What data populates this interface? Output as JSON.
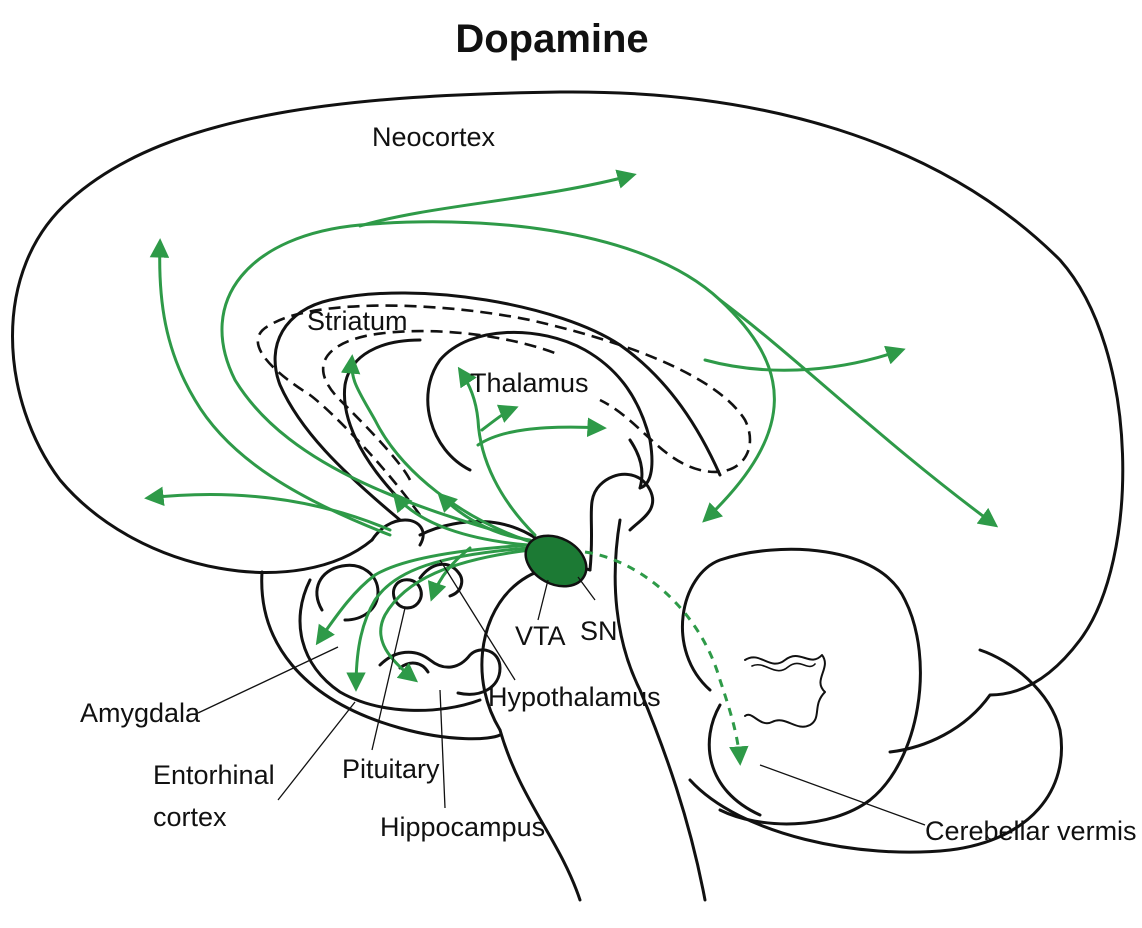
{
  "title": "Dopamine",
  "colors": {
    "pathway": "#2e9a48",
    "nucleus_fill": "#1c7a34",
    "outline": "#111111",
    "background": "#ffffff"
  },
  "labels": {
    "neocortex": "Neocortex",
    "striatum": "Striatum",
    "thalamus": "Thalamus",
    "vta": "VTA",
    "sn": "SN",
    "amygdala": "Amygdala",
    "entorhinal_line1": "Entorhinal",
    "entorhinal_line2": "cortex",
    "pituitary": "Pituitary",
    "hippocampus": "Hippocampus",
    "hypothalamus": "Hypothalamus",
    "cerebellar_vermis": "Cerebellar vermis"
  }
}
